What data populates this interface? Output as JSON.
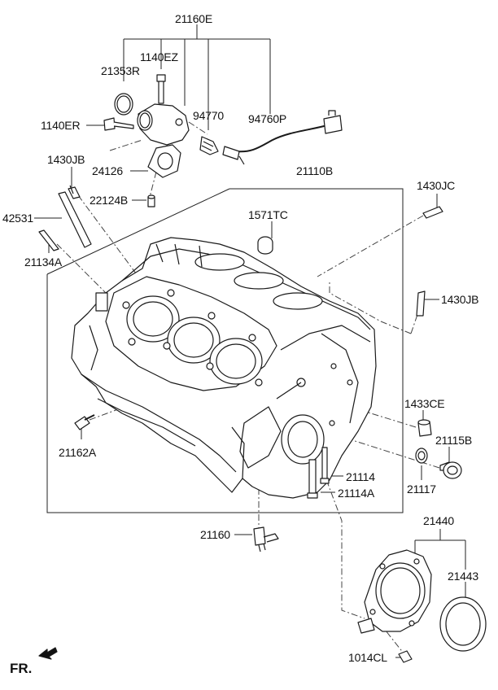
{
  "labels": {
    "p21160E": "21160E",
    "p1140EZ": "1140EZ",
    "p21353R": "21353R",
    "p94770": "94770",
    "p94760P": "94760P",
    "p1140ER": "1140ER",
    "p1430JB_top": "1430JB",
    "p24126": "24126",
    "p21110B": "21110B",
    "p1430JC": "1430JC",
    "p22124B": "22124B",
    "p42531": "42531",
    "p1571TC": "1571TC",
    "p21134A": "21134A",
    "p1430JB_right": "1430JB",
    "p1433CE": "1433CE",
    "p21115B": "21115B",
    "p21162A": "21162A",
    "p21114": "21114",
    "p21117": "21117",
    "p21114A": "21114A",
    "p21440": "21440",
    "p21160": "21160",
    "p21443": "21443",
    "p1014CL": "1014CL",
    "fr": "FR."
  }
}
